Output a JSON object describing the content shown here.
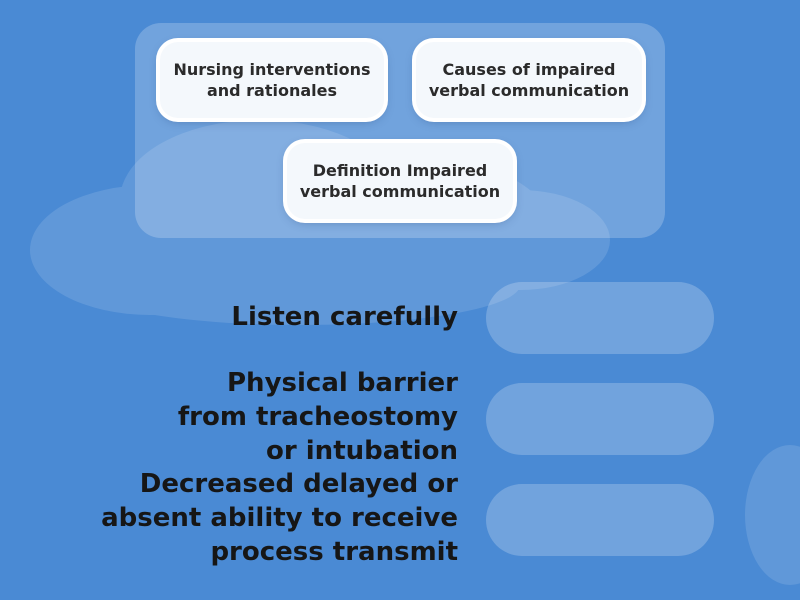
{
  "theme": {
    "background": "#4a8ad4",
    "panel": "rgba(255,255,255,0.22)",
    "tile_fill": "#f4f8fc",
    "text_color": "#161616"
  },
  "answer_tiles": [
    {
      "label": "Nursing interventions\nand rationales"
    },
    {
      "label": "Causes of impaired\nverbal communication"
    },
    {
      "label": "Definition Impaired\nverbal communication"
    }
  ],
  "prompts": [
    {
      "text": "Listen carefully"
    },
    {
      "text": "Physical barrier\nfrom tracheostomy\nor intubation"
    },
    {
      "text": "Decreased delayed or\nabsent ability to receive\nprocess transmit"
    }
  ]
}
